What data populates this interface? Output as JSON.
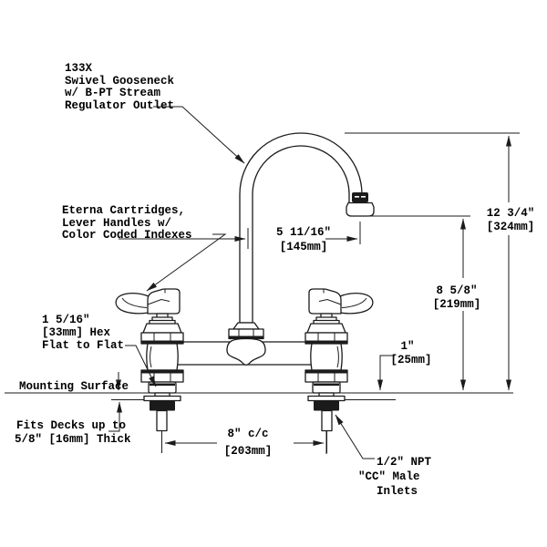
{
  "drawing": {
    "type": "technical-spec-drawing",
    "subject": "deck-mount faucet with swivel gooseneck",
    "colors": {
      "line": "#1b1b1b",
      "background": "#ffffff",
      "fill_dark": "#1b1b1b"
    },
    "labels": {
      "spout": [
        "133X",
        "Swivel Gooseneck",
        "w/ B-PT Stream",
        "Regulator Outlet"
      ],
      "cartridges": [
        "Eterna Cartridges,",
        "Lever Handles w/",
        "Color Coded Indexes"
      ],
      "hex": [
        "1 5/16\"",
        "[33mm] Hex",
        "Flat to Flat"
      ],
      "mounting": "Mounting Surface",
      "deck": [
        "Fits Decks up to",
        "5/8\" [16mm] Thick"
      ],
      "inlets": [
        "1/2\" NPT",
        "\"CC\" Male",
        "Inlets"
      ]
    },
    "dimensions": {
      "spout_reach": {
        "inches": "5 11/16\"",
        "mm": "[145mm]"
      },
      "overall_height": {
        "inches": "12 3/4\"",
        "mm": "[324mm]"
      },
      "outlet_height": {
        "inches": "8 5/8\"",
        "mm": "[219mm]"
      },
      "body_to_deck": {
        "inches": "1\"",
        "mm": "[25mm]"
      },
      "inlet_centers": {
        "inches": "8\" c/c",
        "mm": "[203mm]"
      }
    }
  }
}
